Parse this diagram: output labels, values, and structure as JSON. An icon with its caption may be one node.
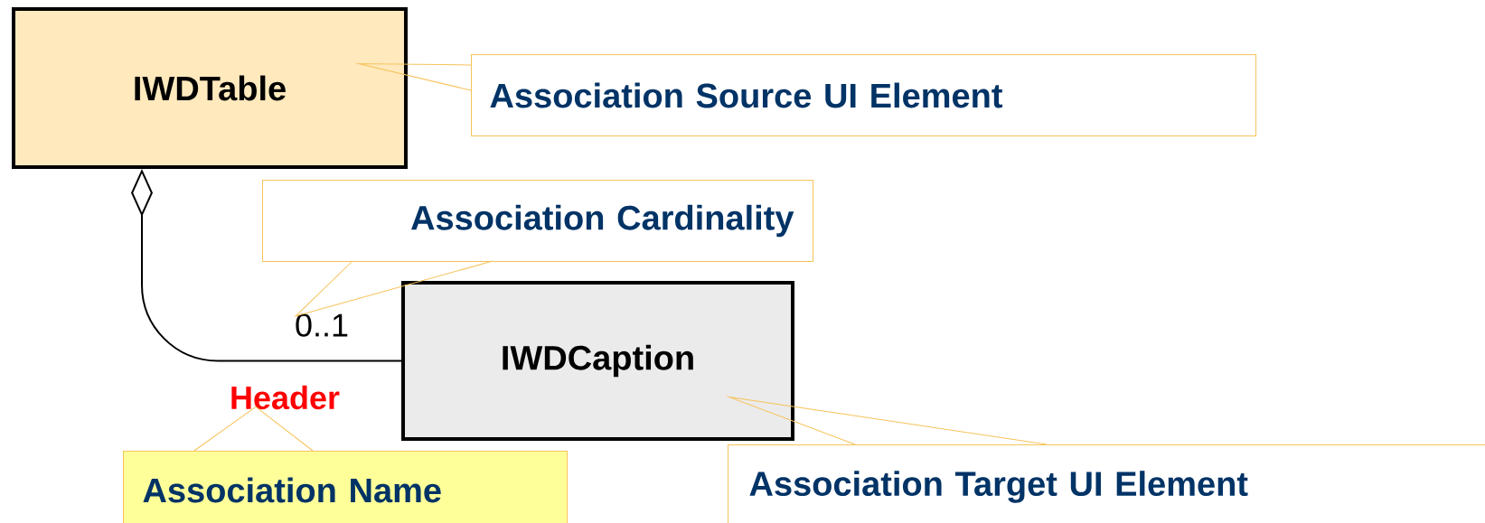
{
  "diagram": {
    "nodes": [
      {
        "text": [
          "IWDTable"
        ]
      },
      {
        "text": [
          "IWDCaption"
        ]
      },
      {
        "text": [
          "0..1"
        ]
      },
      {
        "text": [
          "Header"
        ]
      },
      {
        "text": [
          "Association Source UI Element"
        ]
      },
      {
        "text": [
          "Association Cardinality"
        ]
      },
      {
        "text": [
          "Association Name"
        ]
      },
      {
        "text": [
          "Association Target UI Element"
        ]
      }
    ],
    "edges": [
      {
        "from": 1,
        "to": 0,
        "arrow": "other",
        "color": "#000000"
      },
      {
        "from": 4,
        "to": 0,
        "arrow": "none"
      },
      {
        "from": 5,
        "to": 2,
        "arrow": "none"
      },
      {
        "from": 6,
        "to": 3,
        "arrow": "none"
      },
      {
        "from": 7,
        "to": 1,
        "arrow": "none"
      }
    ]
  }
}
